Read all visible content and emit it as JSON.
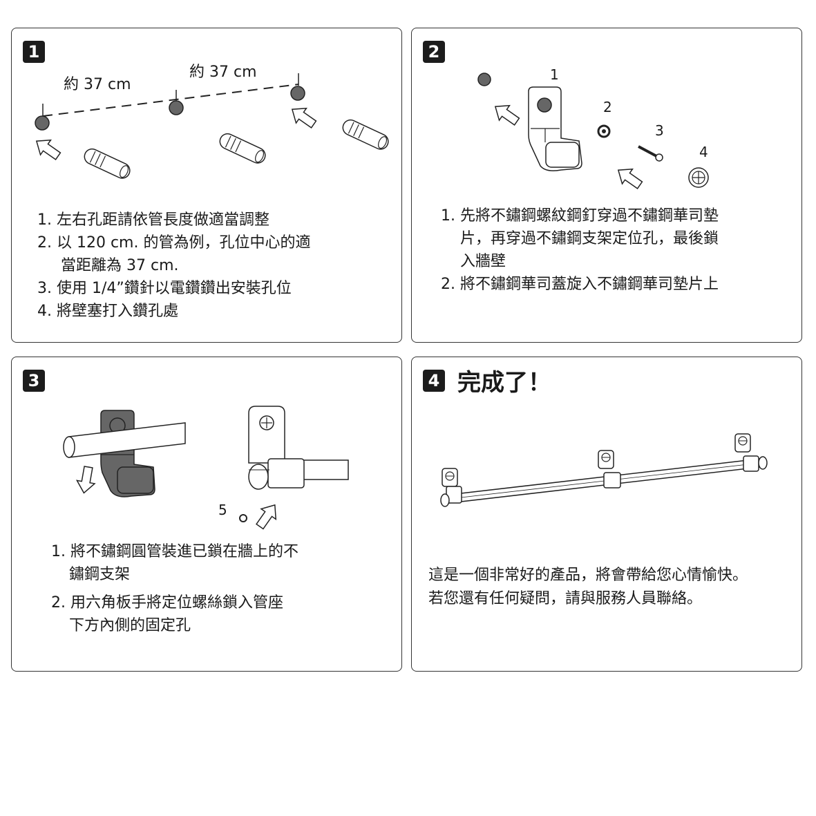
{
  "panel1": {
    "badge": "1",
    "dist_left": "約 37 cm",
    "dist_right": "約 37 cm",
    "steps": [
      "1. 左右孔距請依管長度做適當調整",
      "2. 以 120 cm. 的管為例，孔位中心的適",
      "當距離為 37 cm.",
      "3. 使用 1/4”鑽針以電鑽鑽出安裝孔位",
      "4. 將壁塞打入鑽孔處"
    ]
  },
  "panel2": {
    "badge": "2",
    "part_labels": [
      "1",
      "2",
      "3",
      "4"
    ],
    "steps": [
      "1. 先將不鏽鋼螺紋鋼釘穿過不鏽鋼華司墊",
      "片，再穿過不鏽鋼支架定位孔，最後鎖",
      "入牆壁",
      "2. 將不鏽鋼華司蓋旋入不鏽鋼華司墊片上"
    ]
  },
  "panel3": {
    "badge": "3",
    "part_label": "5",
    "steps": [
      "1. 將不鏽鋼圓管裝進已鎖在牆上的不",
      "鏽鋼支架",
      "2. 用六角板手將定位螺絲鎖入管座",
      "下方內側的固定孔"
    ]
  },
  "panel4": {
    "badge": "4",
    "title": "完成了！",
    "message": [
      "這是一個非常好的產品，將會帶給您心情愉快。",
      "若您還有任何疑問，請與服務人員聯絡。"
    ]
  },
  "colors": {
    "anchor_fill": "#666666",
    "badge_bg": "#1c1c1c",
    "border": "#333333"
  }
}
